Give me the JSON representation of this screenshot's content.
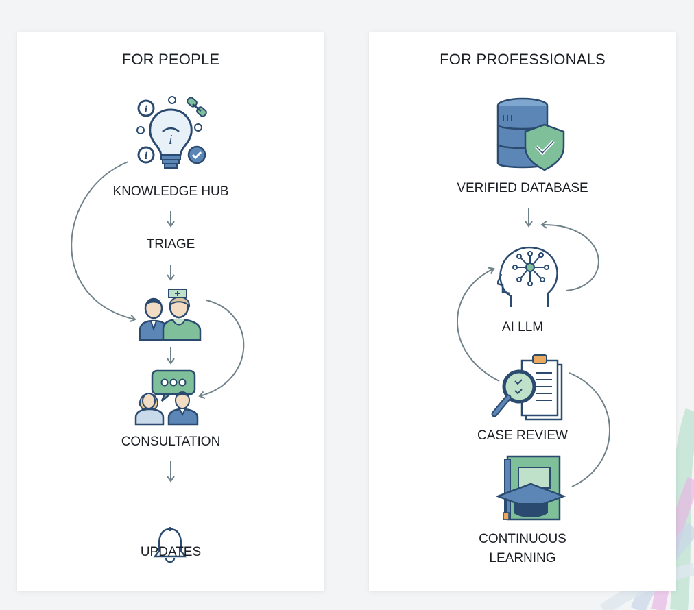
{
  "left_panel": {
    "title": "FOR PEOPLE",
    "steps": [
      {
        "label": "KNOWLEDGE HUB",
        "icon": "lightbulb-info-icon"
      },
      {
        "label": "TRIAGE",
        "icon": ""
      },
      {
        "label": "",
        "icon": "doctor-patient-icon"
      },
      {
        "label": "CONSULTATION",
        "icon": "chat-people-icon"
      },
      {
        "label": "UPDATES",
        "icon": "bell-icon"
      }
    ]
  },
  "right_panel": {
    "title": "FOR PROFESSIONALS",
    "steps": [
      {
        "label": "VERIFIED DATABASE",
        "icon": "database-shield-icon"
      },
      {
        "label": "AI LLM",
        "icon": "ai-head-icon"
      },
      {
        "label": "CASE REVIEW",
        "icon": "clipboard-magnifier-icon"
      },
      {
        "label_line1": "CONTINUOUS",
        "label_line2": "LEARNING",
        "icon": "book-graduation-cap-icon"
      }
    ]
  },
  "colors": {
    "arrow": "#6f8189",
    "navy": "#2b4a6f",
    "blue": "#5b86b5",
    "green": "#7fbf9a",
    "light_green": "#bfe0c9",
    "skin": "#f3dcc4"
  }
}
